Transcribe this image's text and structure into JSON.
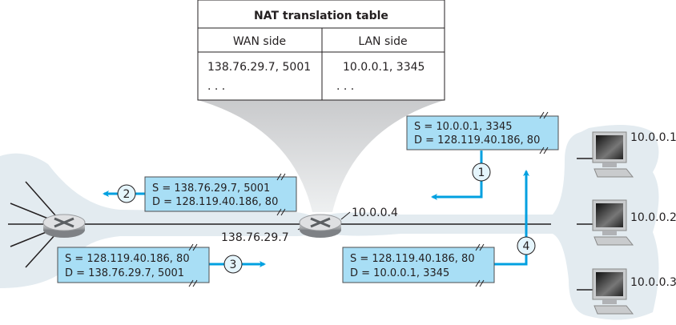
{
  "nat_table": {
    "title": "NAT translation table",
    "headers": [
      "WAN side",
      "LAN side"
    ],
    "rows": [
      [
        "138.76.29.7, 5001",
        "10.0.0.1, 3345"
      ],
      [
        ". . .",
        ". . ."
      ]
    ]
  },
  "router_labels": {
    "nat_wan_ip": "138.76.29.7",
    "nat_lan_ip": "10.0.0.4"
  },
  "hosts": [
    "10.0.0.1",
    "10.0.0.2",
    "10.0.0.3"
  ],
  "packets": [
    {
      "step": "1",
      "src": "S = 10.0.0.1, 3345",
      "dst": "D = 128.119.40.186, 80"
    },
    {
      "step": "2",
      "src": "S = 138.76.29.7, 5001",
      "dst": "D = 128.119.40.186, 80"
    },
    {
      "step": "3",
      "src": "S = 128.119.40.186, 80",
      "dst": "D = 138.76.29.7, 5001"
    },
    {
      "step": "4",
      "src": "S = 128.119.40.186, 80",
      "dst": "D = 10.0.0.1, 3345"
    }
  ],
  "colors": {
    "packet_fill": "#a8def5",
    "arrow": "#00a0e0",
    "cloud": "#e3ebf0"
  }
}
